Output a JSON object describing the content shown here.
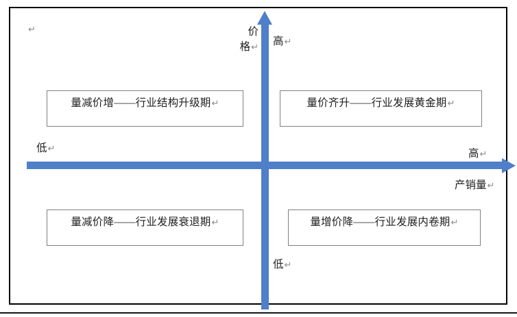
{
  "document": {
    "type": "word-document-canvas",
    "background_color": "#ffffff",
    "frame_color": "#000000"
  },
  "chart_data": {
    "type": "scatter",
    "title": "",
    "xlabel": "产销量",
    "ylabel": "价格",
    "x_axis_low_label": "低",
    "x_axis_high_label": "高",
    "y_axis_low_label": "低",
    "y_axis_high_label": "高",
    "axis_color": "#4F7FC8",
    "grid": false,
    "legend": "none",
    "quadrants": [
      {
        "position": "top-left",
        "x_state": "low",
        "y_state": "high",
        "label": "量减价增——行业结构升级期"
      },
      {
        "position": "top-right",
        "x_state": "high",
        "y_state": "high",
        "label": "量价齐升——行业发展黄金期"
      },
      {
        "position": "bottom-left",
        "x_state": "low",
        "y_state": "low",
        "label": "量减价降——行业发展衰退期"
      },
      {
        "position": "bottom-right",
        "x_state": "high",
        "y_state": "low",
        "label": "量增价降——行业发展内卷期"
      }
    ]
  },
  "axes": {
    "vertical": {
      "name": "price-axis",
      "label_char_1": "价",
      "label_char_2": "格",
      "pilcrow": "↵",
      "high_marker": "高",
      "high_pilcrow": "↵",
      "low_marker": "低",
      "low_pilcrow": "↵",
      "color": "#4F7FC8"
    },
    "horizontal": {
      "name": "volume-axis",
      "label": "产销量",
      "pilcrow": "↵",
      "high_marker": "高",
      "high_pilcrow": "↵",
      "low_marker": "低",
      "low_pilcrow": "↵",
      "color": "#4F7FC8"
    }
  },
  "quadrant_boxes": {
    "top_left": {
      "text": "量减价增——行业结构升级期",
      "pilcrow": "↵",
      "border_color": "#7F7F7F"
    },
    "top_right": {
      "text": "量价齐升——行业发展黄金期",
      "pilcrow": "↵",
      "border_color": "#7F7F7F"
    },
    "bottom_left": {
      "text": "量减价降——行业发展衰退期",
      "pilcrow": "↵",
      "border_color": "#7F7F7F"
    },
    "bottom_right": {
      "text": "量增价降——行业发展内卷期",
      "pilcrow": "↵",
      "border_color": "#7F7F7F"
    }
  },
  "marks": {
    "document_start_pilcrow": "↵"
  }
}
